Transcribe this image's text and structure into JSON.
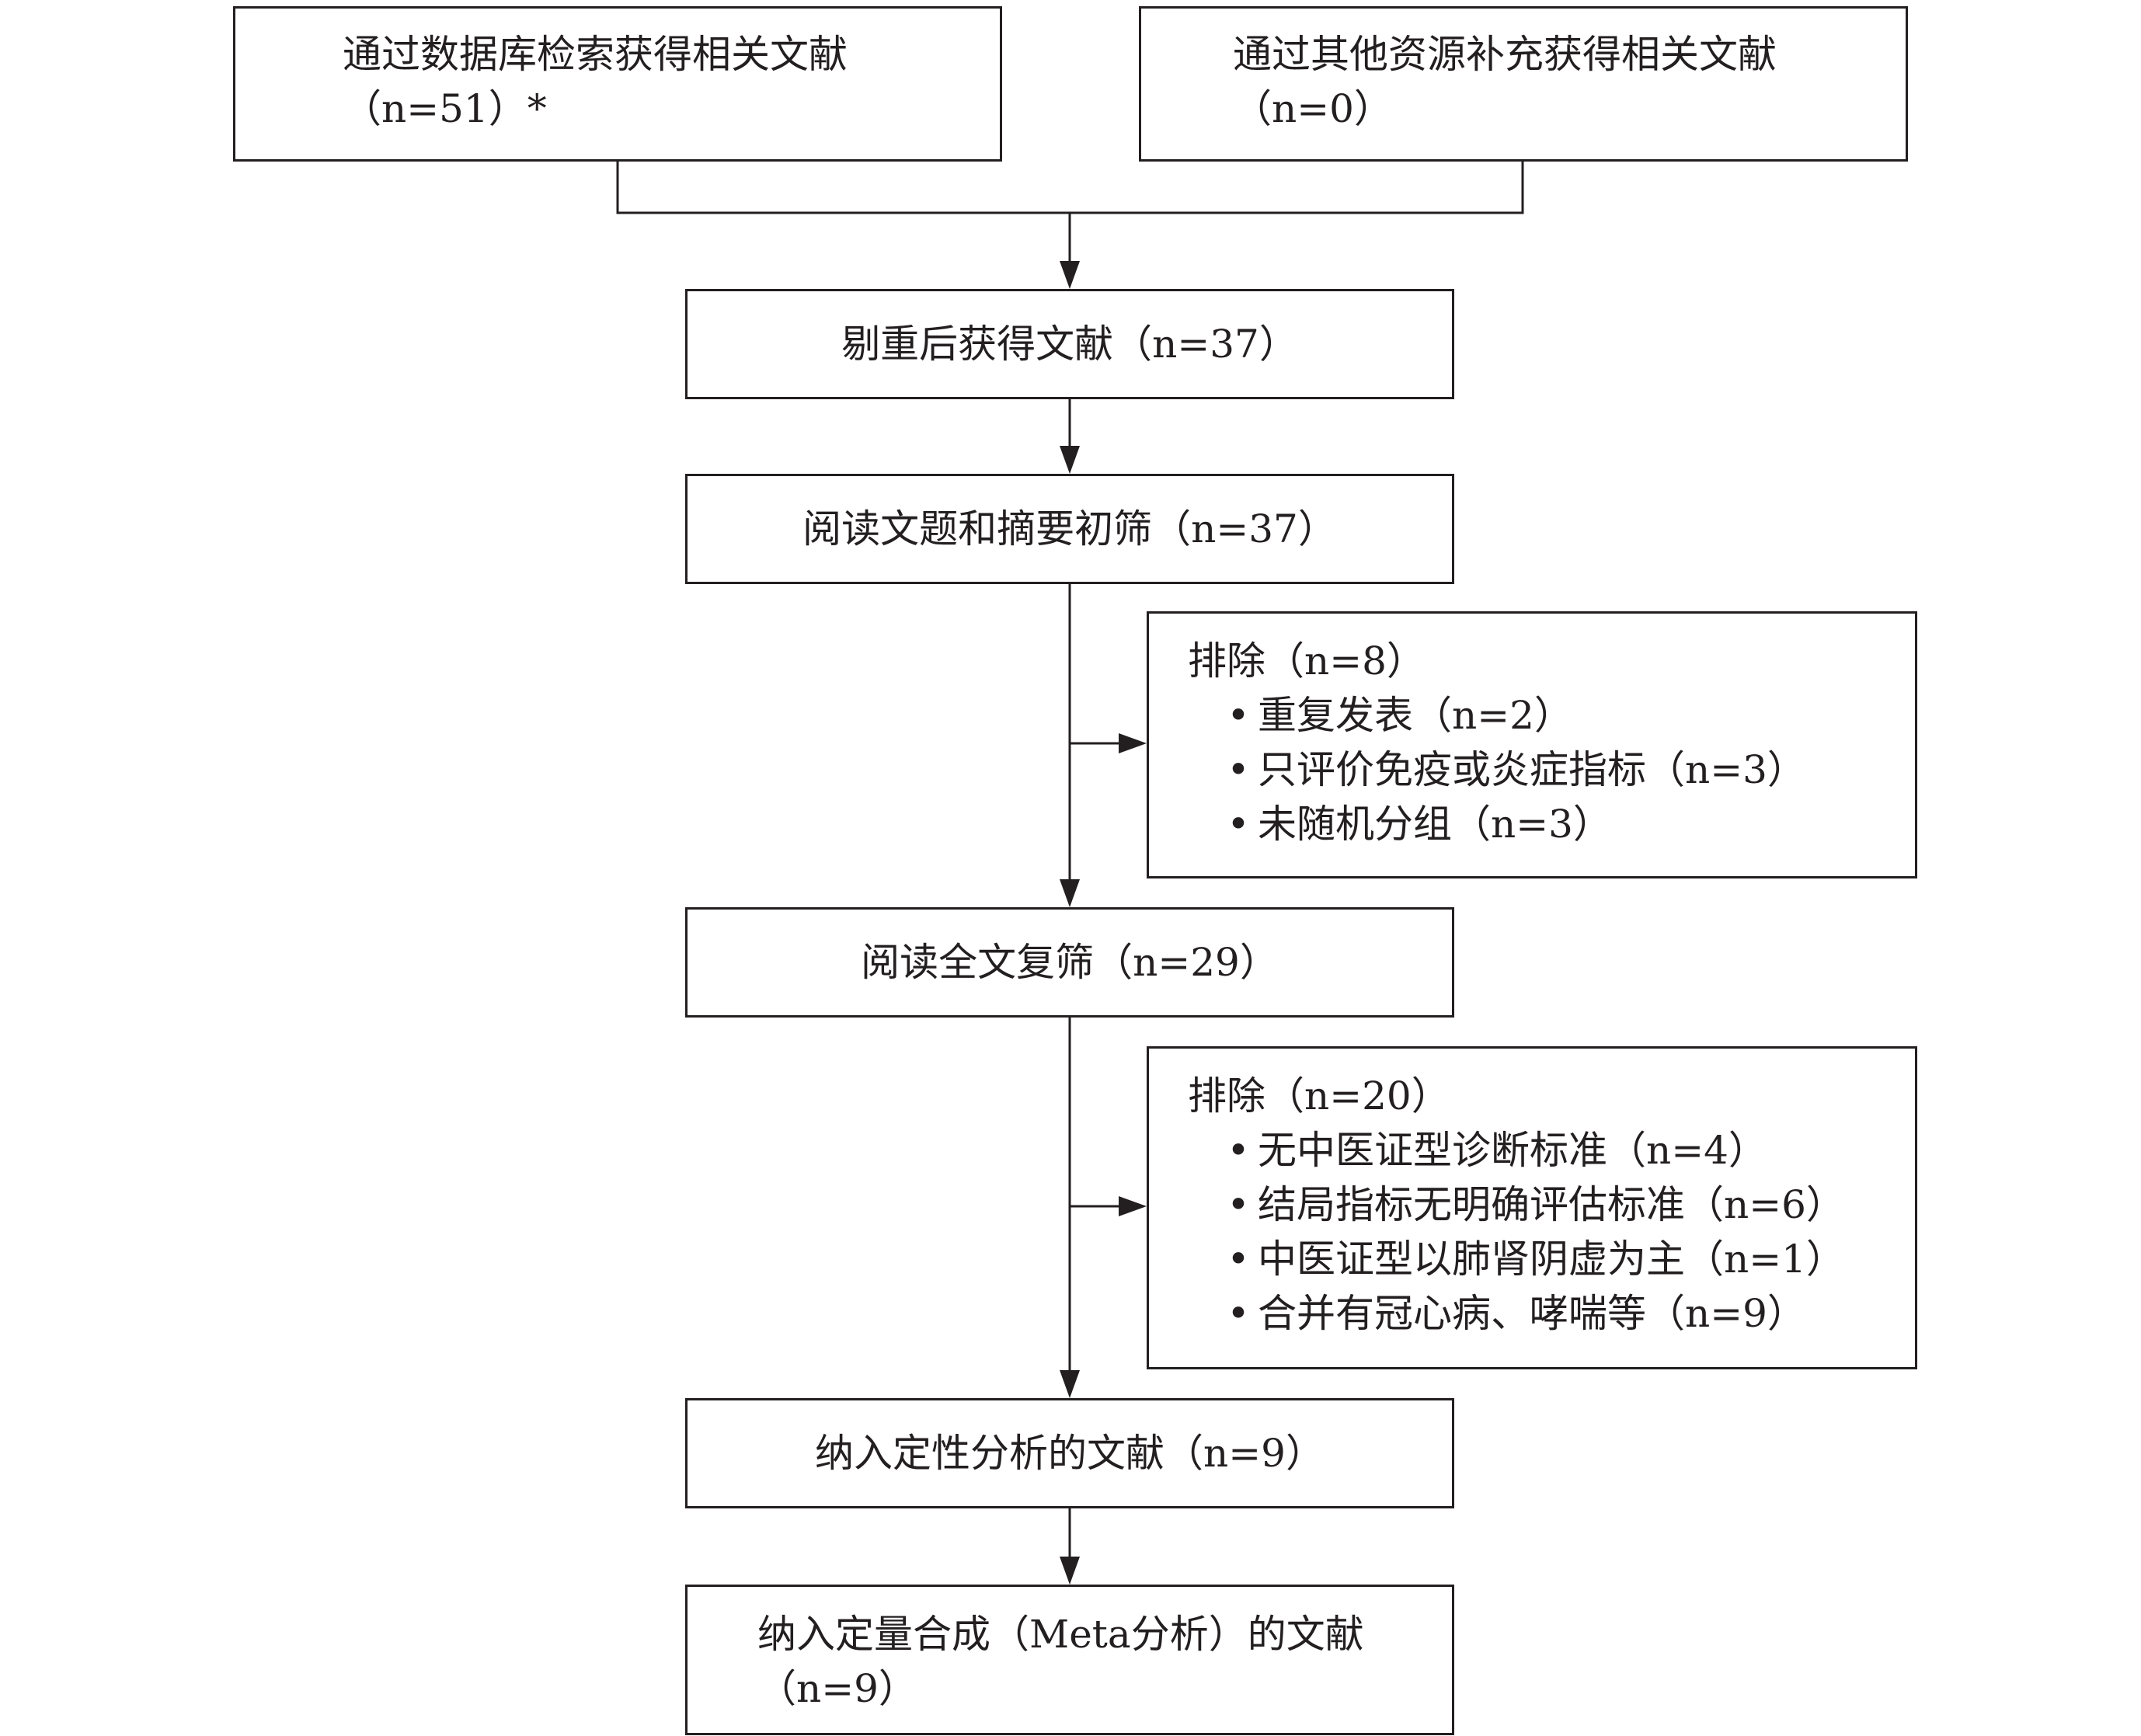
{
  "nodes": {
    "database": {
      "line1": "通过数据库检索获得相关文献",
      "line2": "（n=51）*"
    },
    "other_sources": {
      "line1": "通过其他资源补充获得相关文献",
      "line2": "（n=0）"
    },
    "dedup": {
      "text": "剔重后获得文献（n=37）"
    },
    "screening": {
      "text": "阅读文题和摘要初筛（n=37）"
    },
    "exclusion1": {
      "title": "排除（n=8）",
      "items": [
        "重复发表（n=2）",
        "只评价免疫或炎症指标（n=3）",
        "未随机分组（n=3）"
      ]
    },
    "fulltext": {
      "text": "阅读全文复筛（n=29）"
    },
    "exclusion2": {
      "title": "排除（n=20）",
      "items": [
        "无中医证型诊断标准（n=4）",
        "结局指标无明确评估标准（n=6）",
        "中医证型以肺肾阴虚为主（n=1）",
        "合并有冠心病、哮喘等（n=9）"
      ]
    },
    "qualitative": {
      "text": "纳入定性分析的文献（n=9）"
    },
    "meta": {
      "line1": "纳入定量合成（Meta分析）的文献",
      "line2": "（n=9）"
    }
  },
  "bullet_glyph": "•",
  "colors": {
    "line": "#231f20",
    "box_border": "#231f20",
    "background": "#ffffff"
  }
}
